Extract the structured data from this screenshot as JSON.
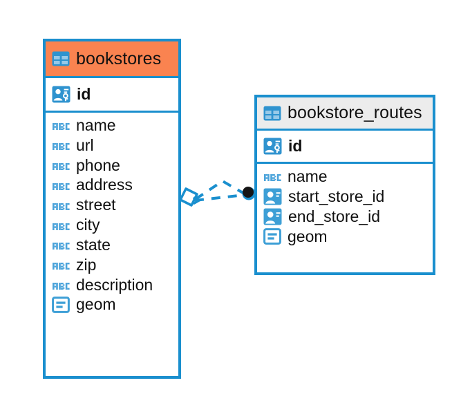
{
  "diagram": {
    "type": "entity-relationship-diagram",
    "background": "#ffffff",
    "accent_blue": "#1a8fce",
    "icon_blue": "#3d9fd6",
    "abc_blue": "#4ba3da",
    "highlight_orange": "#fa8350",
    "header_gray": "#ececec",
    "text_color": "#101010"
  },
  "tables": [
    {
      "name": "bookstores",
      "header_style": "highlight-orange",
      "table_icon": "table-grid-icon",
      "primary_key": {
        "label": "id",
        "icon": "primary-key-icon"
      },
      "fields": [
        {
          "label": "name",
          "icon": "abc-text-icon"
        },
        {
          "label": "url",
          "icon": "abc-text-icon"
        },
        {
          "label": "phone",
          "icon": "abc-text-icon"
        },
        {
          "label": "address",
          "icon": "abc-text-icon"
        },
        {
          "label": "street",
          "icon": "abc-text-icon"
        },
        {
          "label": "city",
          "icon": "abc-text-icon"
        },
        {
          "label": "state",
          "icon": "abc-text-icon"
        },
        {
          "label": "zip",
          "icon": "abc-text-icon"
        },
        {
          "label": "description",
          "icon": "abc-text-icon"
        },
        {
          "label": "geom",
          "icon": "geometry-icon"
        }
      ]
    },
    {
      "name": "bookstore_routes",
      "header_style": "gray",
      "table_icon": "table-grid-icon",
      "primary_key": {
        "label": "id",
        "icon": "primary-key-icon"
      },
      "fields": [
        {
          "label": "name",
          "icon": "abc-text-icon"
        },
        {
          "label": "start_store_id",
          "icon": "foreign-key-icon"
        },
        {
          "label": "end_store_id",
          "icon": "foreign-key-icon"
        },
        {
          "label": "geom",
          "icon": "geometry-icon"
        }
      ]
    }
  ],
  "relationship": {
    "line_style": "dashed",
    "color": "#1a8fce",
    "source_endpoint": "diamond-marker",
    "target_endpoint": "filled-circle-marker"
  }
}
